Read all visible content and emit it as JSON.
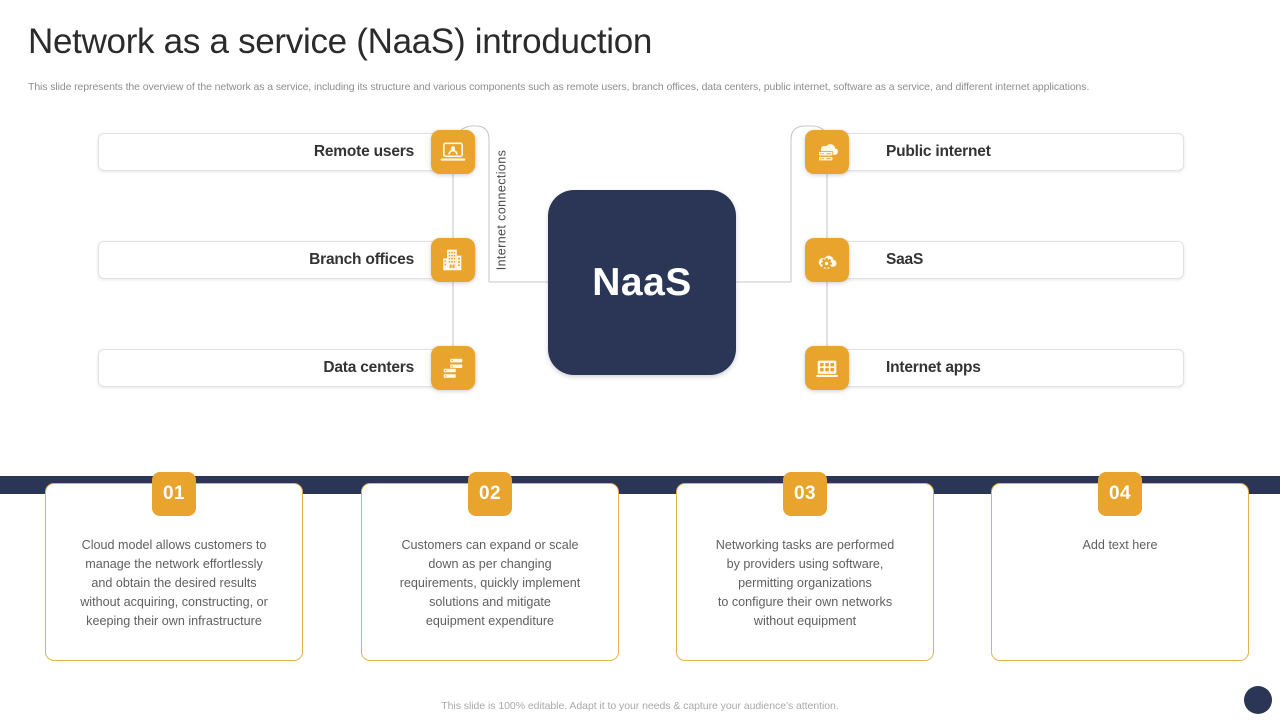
{
  "header": {
    "title": "Network as a service (NaaS) introduction",
    "subtitle": "This slide represents the overview of the network as a service, including its structure and various components such as remote users, branch offices, data centers, public internet, software as a service, and different internet applications."
  },
  "diagram": {
    "center_label": "NaaS",
    "connection_label": "Internet  connections",
    "left_nodes": [
      {
        "label": "Remote users",
        "icon": "laptop-user-icon"
      },
      {
        "label": "Branch offices",
        "icon": "office-building-icon"
      },
      {
        "label": "Data centers",
        "icon": "server-stack-icon"
      }
    ],
    "right_nodes": [
      {
        "label": "Public internet",
        "icon": "cloud-server-icon"
      },
      {
        "label": "SaaS",
        "icon": "cloud-gear-icon"
      },
      {
        "label": "Internet apps",
        "icon": "app-grid-icon"
      }
    ]
  },
  "cards": [
    {
      "number": "01",
      "text": "Cloud model allows customers to\nmanage the network effortlessly\nand obtain the desired results\nwithout acquiring, constructing, or\nkeeping their own infrastructure"
    },
    {
      "number": "02",
      "text": "Customers can expand or scale\ndown as per changing\nrequirements, quickly implement\nsolutions and mitigate\nequipment expenditure"
    },
    {
      "number": "03",
      "text": "Networking tasks are performed\nby providers using software,\npermitting organizations\nto configure their own networks\nwithout equipment"
    },
    {
      "number": "04",
      "text": "Add text here"
    }
  ],
  "footer": {
    "note": "This slide is 100% editable. Adapt it to your needs & capture your audience's attention."
  },
  "colors": {
    "accent": "#E8A42C",
    "navy": "#2B3656",
    "card_border": "#E0B452",
    "body_text": "#5F5F5F"
  }
}
